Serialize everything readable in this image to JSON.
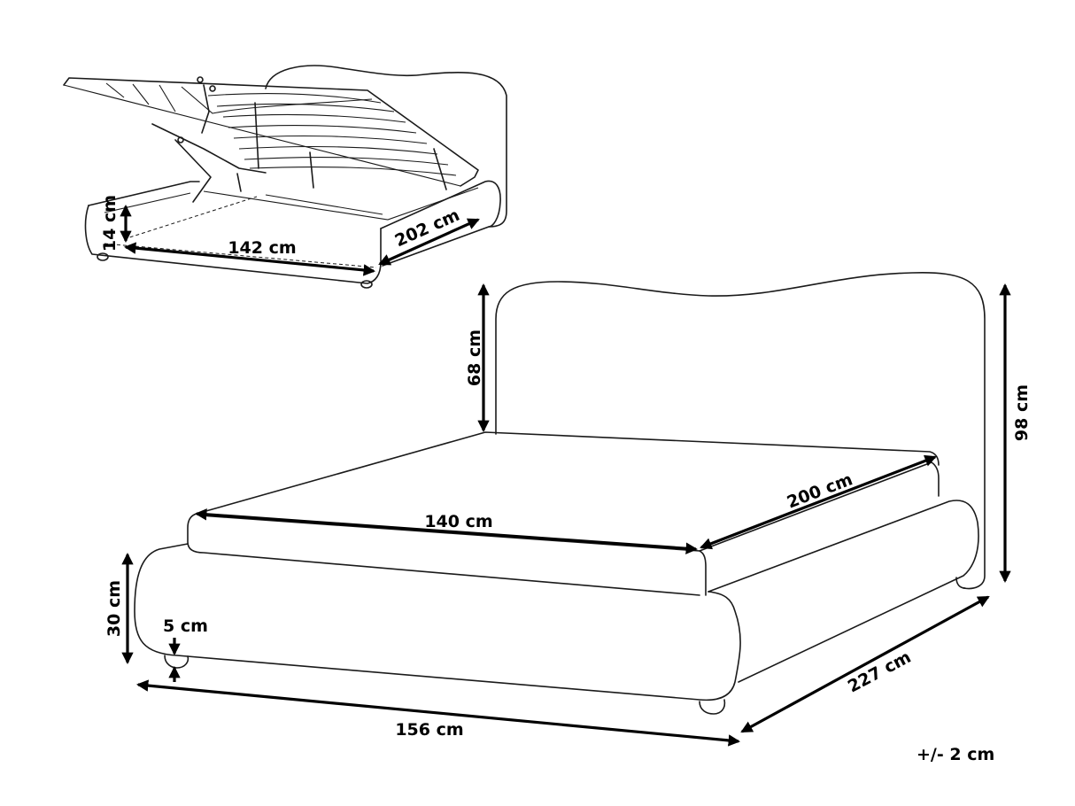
{
  "dimensions": {
    "storage_height": "14 cm",
    "storage_width": "142 cm",
    "storage_length": "202 cm",
    "headboard_height": "68 cm",
    "total_height": "98 cm",
    "mattress_width": "140 cm",
    "mattress_length": "200 cm",
    "frame_height": "30 cm",
    "leg_height": "5 cm",
    "total_width": "156 cm",
    "total_length": "227 cm"
  },
  "tolerance": "+/- 2 cm"
}
